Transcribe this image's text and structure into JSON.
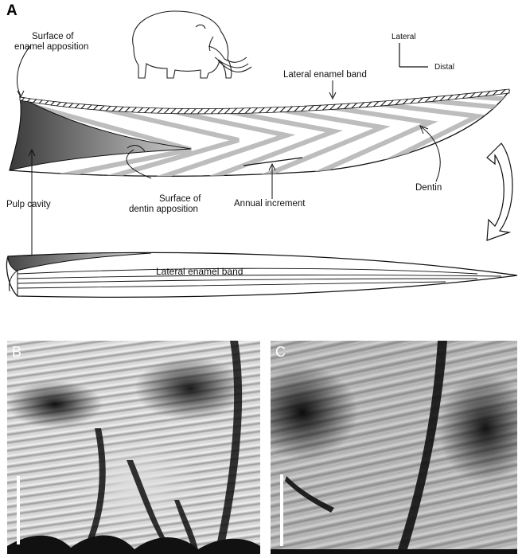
{
  "panel_a": {
    "letter": "A",
    "labels": {
      "surface_enamel_1": "Surface of",
      "surface_enamel_2": "enamel apposition",
      "lateral_enamel_band_top": "Lateral enamel band",
      "compass_lateral": "Lateral",
      "compass_distal": "Distal",
      "pulp_cavity": "Pulp cavity",
      "surface_dentin_1": "Surface of",
      "surface_dentin_2": "dentin apposition",
      "annual_increment": "Annual increment",
      "dentin": "Dentin",
      "lateral_enamel_band_bottom": "Lateral enamel band"
    }
  },
  "panel_b": {
    "letter": "B"
  },
  "panel_c": {
    "letter": "C"
  },
  "colors": {
    "ink": "#111111",
    "increment_band": "#bdbdbd",
    "pulp_dark": "#555555"
  }
}
